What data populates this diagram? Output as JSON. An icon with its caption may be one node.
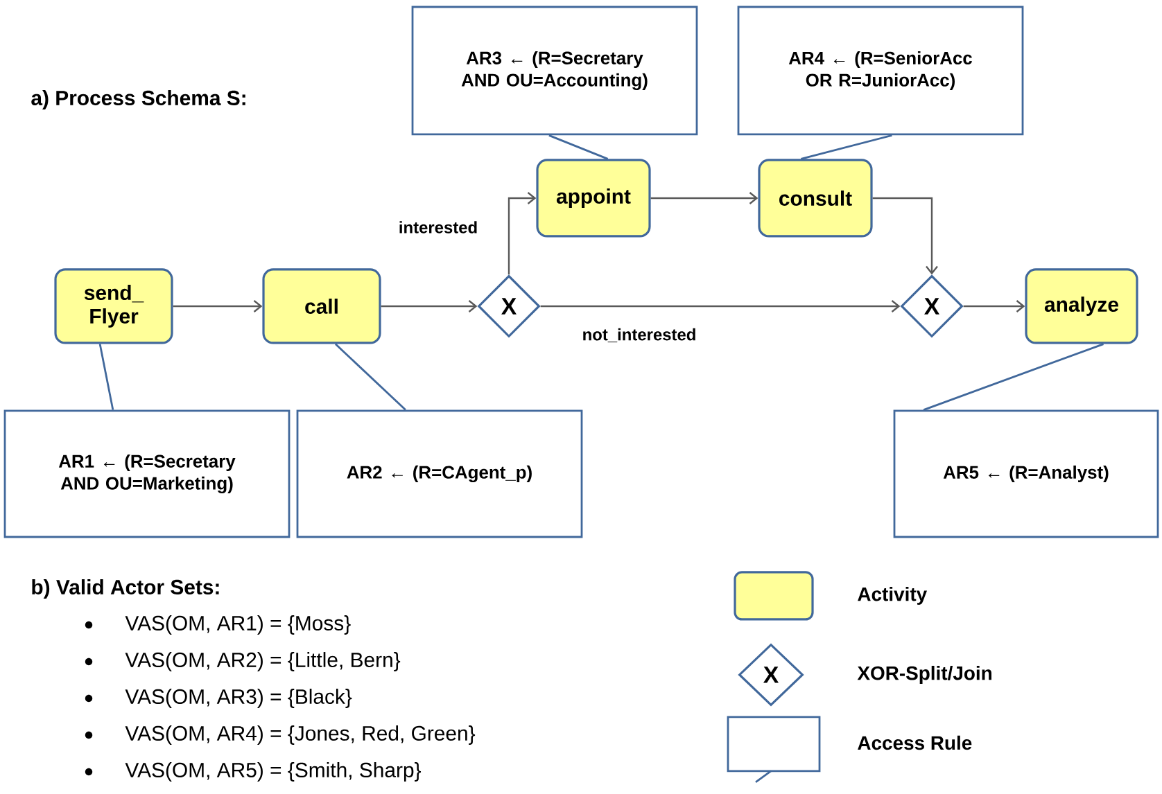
{
  "diagram": {
    "nodes": [
      {
        "text": [
          "send_ Flyer"
        ]
      },
      {
        "text": [
          "call"
        ]
      },
      {
        "text": [
          "X"
        ]
      },
      {
        "text": [
          "appoint"
        ]
      },
      {
        "text": [
          "consult"
        ]
      },
      {
        "text": [
          "X"
        ]
      },
      {
        "text": [
          "analyze"
        ]
      },
      {
        "text": [
          "AR1 ← (R=Secretary AND OU=Marketing)"
        ]
      },
      {
        "text": [
          "AR2 ← (R=CAgent_p)"
        ]
      },
      {
        "text": [
          "AR3 ← (R=Secretary AND OU=Accounting)"
        ]
      },
      {
        "text": [
          "AR4 ← (R=SeniorAcc OR R=JuniorAcc)"
        ]
      },
      {
        "text": [
          "AR5 ← (R=Analyst)"
        ]
      },
      {
        "text": [],
        "shape": "box"
      },
      {
        "text": [
          "X"
        ]
      },
      {
        "text": [],
        "shape": "box"
      }
    ],
    "edges": [
      {
        "from": 0,
        "to": 1,
        "arrow": "to"
      },
      {
        "from": 1,
        "to": 2,
        "arrow": "to"
      },
      {
        "from": 2,
        "to": 3,
        "arrow": "to",
        "label": "interested"
      },
      {
        "from": 2,
        "to": 5,
        "arrow": "to",
        "label": "not_interested"
      },
      {
        "from": 3,
        "to": 4,
        "arrow": "to"
      },
      {
        "from": 4,
        "to": 5,
        "arrow": "to"
      },
      {
        "from": 5,
        "to": 6,
        "arrow": "to"
      },
      {
        "from": 7,
        "to": 0,
        "arrow": "none"
      },
      {
        "from": 8,
        "to": 1,
        "arrow": "none"
      },
      {
        "from": 9,
        "to": 3,
        "arrow": "none"
      },
      {
        "from": 10,
        "to": 4,
        "arrow": "none"
      },
      {
        "from": 11,
        "to": 6,
        "arrow": "none"
      }
    ],
    "labels": [
      "a) Process Schema S:",
      "b) Valid Actor Sets:",
      "VAS(OM,  AR1) = {Moss}",
      "VAS(OM, AR2) = {Little, Bern}",
      "VAS(OM, AR3) = {Black}",
      "VAS(OM, AR4) = {Jones, Red, Green}",
      "VAS(OM, AR5) = {Smith, Sharp}"
    ],
    "legend": [
      {
        "text": "Activity"
      },
      {
        "text": "XOR-Split/Join"
      },
      {
        "text": "Access Rule"
      }
    ]
  }
}
